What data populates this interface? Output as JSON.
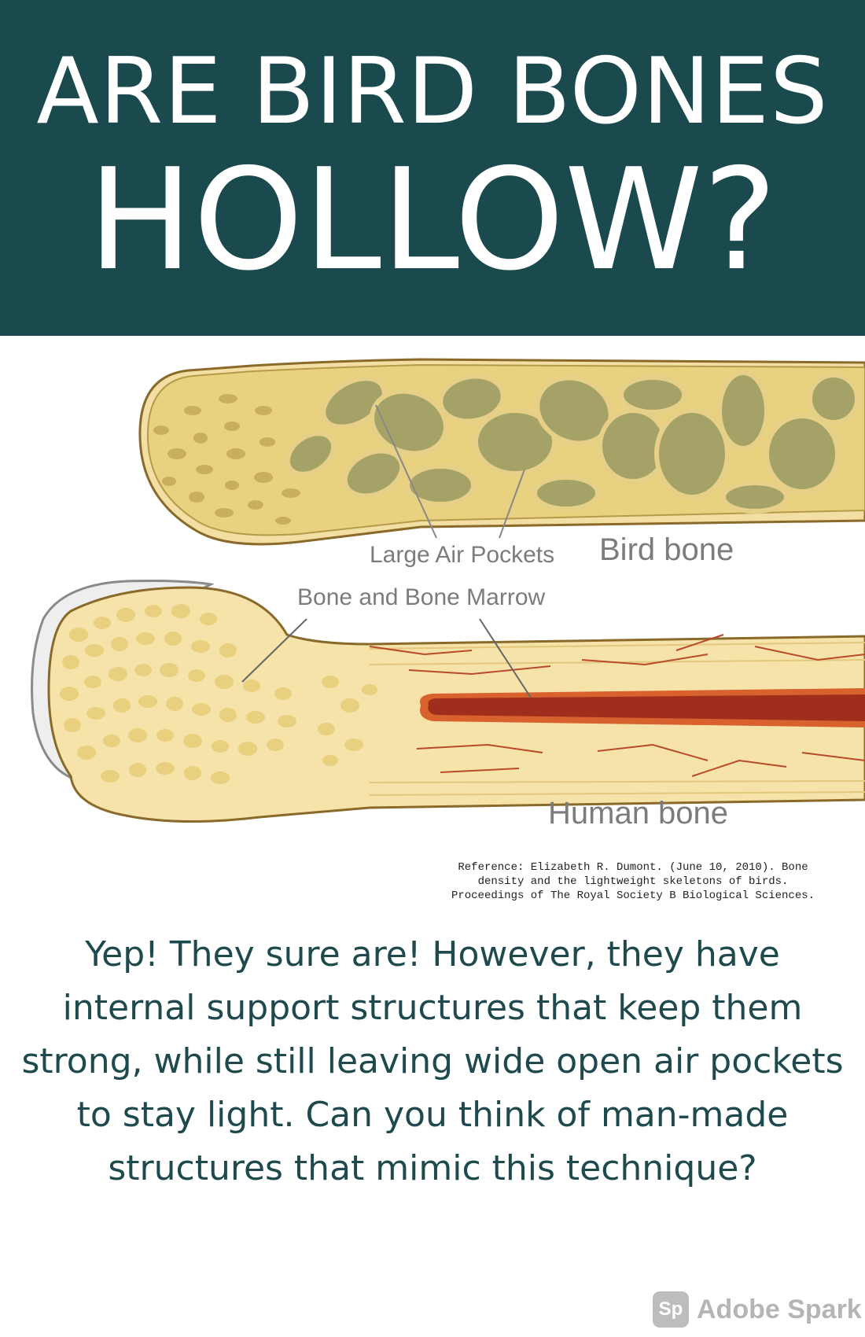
{
  "header": {
    "line1": "ARE BIRD BONES",
    "line2": "HOLLOW?"
  },
  "diagram": {
    "labels": {
      "air_pockets": "Large Air Pockets",
      "bird_bone": "Bird bone",
      "bone_marrow": "Bone and Bone Marrow",
      "human_bone": "Human bone"
    }
  },
  "reference": {
    "lines": [
      "Reference: Elizabeth R. Dumont. (June 10, 2010). Bone",
      "density and the lightweight skeletons of birds.",
      "Proceedings of The Royal Society B Biological Sciences."
    ]
  },
  "body": {
    "lines": [
      "Yep! They sure are! However, they have",
      "internal support structures that keep them",
      "strong, while still leaving wide open air pockets",
      "to stay light. Can you think of man-made",
      "structures that mimic this technique?"
    ]
  },
  "badge": {
    "icon": "Sp",
    "text": "Adobe Spark"
  },
  "colors": {
    "header_bg": "#1a4a4d",
    "body_text": "#1f4a4d",
    "bone_fill": "#f6e3aa",
    "air_pocket": "#a8a36a",
    "marrow": "#a02e1c"
  }
}
